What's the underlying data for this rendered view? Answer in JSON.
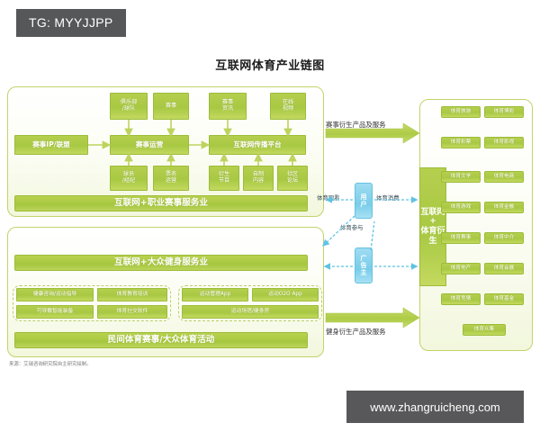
{
  "watermarks": {
    "telegram": "TG: MYYJJPP",
    "url": "www.zhangruicheng.com"
  },
  "chart_title": "互联网体育产业链图",
  "source_note": "来源：艾瑞咨询研究院自主研究绘制。",
  "colors": {
    "green_fill": "#a8c843",
    "green_border": "#9cbd39",
    "panel_border": "#c3d36a",
    "blue_fill": "#79cde9",
    "blue_border": "#66c2e0",
    "badge_gray": "#58585a"
  },
  "pro_panel": {
    "top_row": [
      {
        "label": "俱乐部\n/球队"
      },
      {
        "label": "赛事"
      },
      {
        "label": "赛事\n资讯"
      },
      {
        "label": "在线\n视频"
      }
    ],
    "mid_row": [
      {
        "label": "赛事IP/联盟"
      },
      {
        "label": "赛事运营"
      },
      {
        "label": "互联网传播平台"
      }
    ],
    "bottom_row": [
      {
        "label": "球员\n/经纪"
      },
      {
        "label": "票务\n运营"
      },
      {
        "label": "衍生\n节目"
      },
      {
        "label": "自制\n内容"
      },
      {
        "label": "社区\n论坛"
      }
    ],
    "bar_label": "互联网+职业赛事服务业"
  },
  "mass_panel": {
    "bar_label": "互联网+大众健身服务业",
    "left_group": [
      {
        "label": "健康咨询/运动指导"
      },
      {
        "label": "体育教育培训"
      },
      {
        "label": "可穿戴智能装备"
      },
      {
        "label": "体育社交软件"
      }
    ],
    "right_group": [
      {
        "label": "运动管理App"
      },
      {
        "label": "运动O2O App"
      },
      {
        "label": "运动场馆/健身房"
      }
    ],
    "bottom_bar_label": "民间体育赛事/大众体育活动"
  },
  "center_hub": {
    "user_box": "用户",
    "advertiser_box": "广告主",
    "label_watch": "体育观看",
    "label_consume": "体育消费",
    "label_participate": "体育参与"
  },
  "arrows": {
    "top_label": "赛事衍生产品及服务",
    "bottom_label": "健身衍生产品及服务"
  },
  "derivative_panel": {
    "column_label": "互联网\n+\n体育衍生",
    "items": [
      "体育旅游",
      "体育博彩",
      "体育彩票",
      "体育影视",
      "体育文学",
      "体育电商",
      "体育游戏",
      "体育金融",
      "体育赛事",
      "体育中介",
      "体育地产",
      "体育会展",
      "体育竞猜",
      "体育基金"
    ],
    "footer_item": "体育众筹"
  }
}
